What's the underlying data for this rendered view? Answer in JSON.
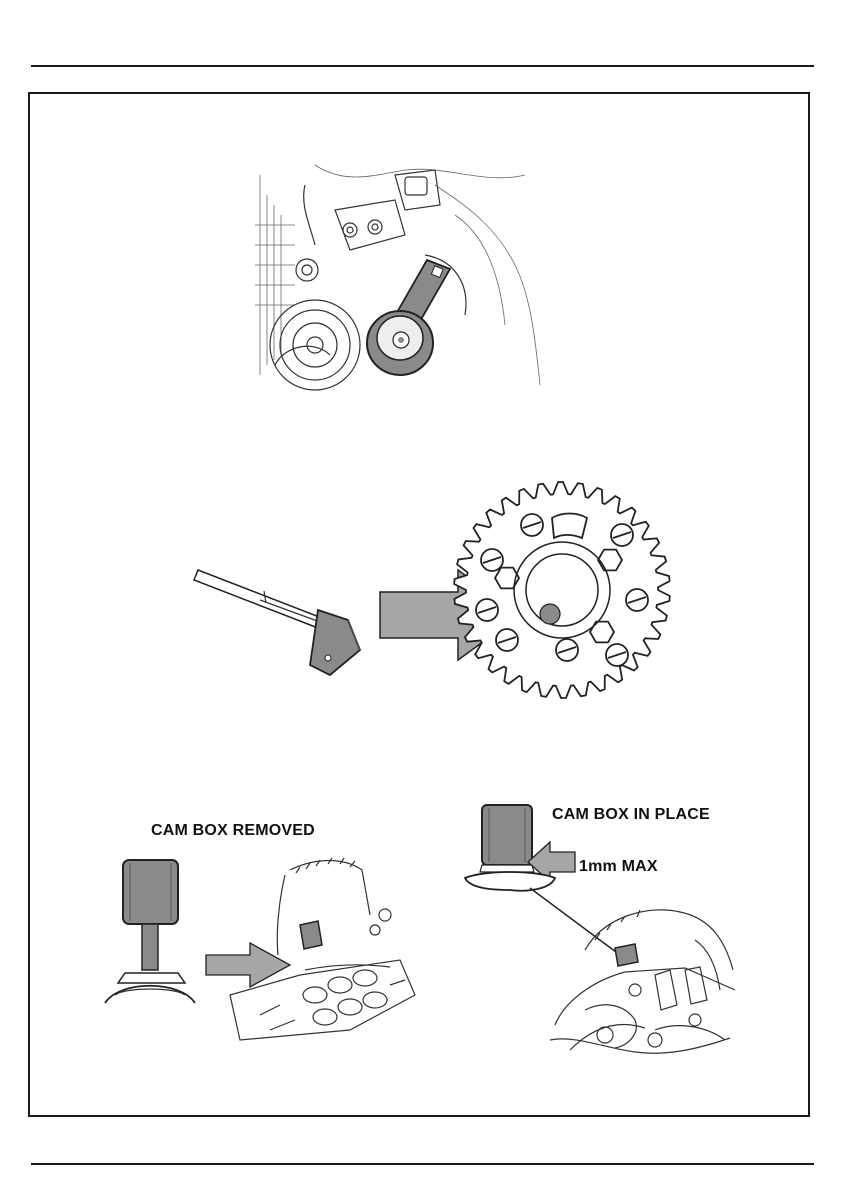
{
  "labels": {
    "cam_box_removed": "CAM BOX REMOVED",
    "cam_box_in_place": "CAM BOX IN PLACE",
    "clearance": "1mm MAX"
  },
  "colors": {
    "tool_grey": "#8a8a8a",
    "arrow_grey": "#a6a6a6",
    "line": "#1a1a1a"
  },
  "icons": {
    "figure_1": "crankshaft-pulley-locking-tool-illustration",
    "figure_2": "timing-pin-and-camshaft-sprocket-illustration",
    "figure_3": "cam-box-removed-illustration",
    "figure_4": "cam-box-in-place-illustration"
  }
}
